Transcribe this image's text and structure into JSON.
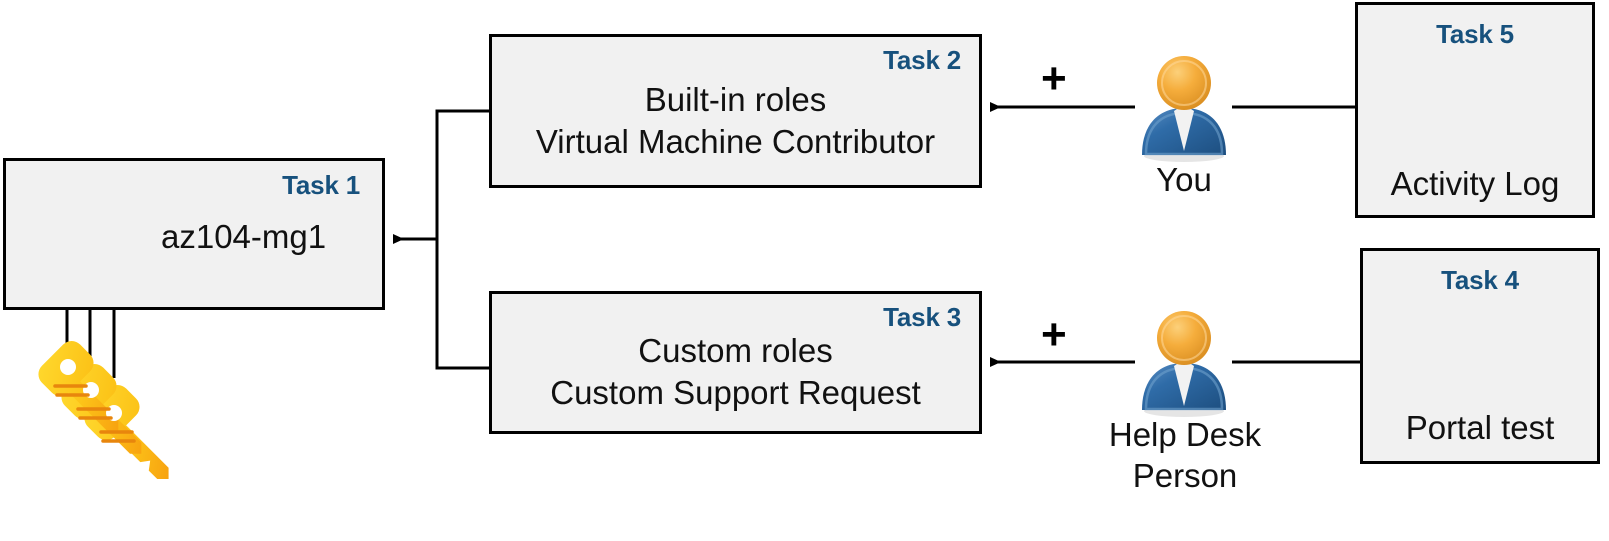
{
  "diagram": {
    "title": "Azure RBAC task diagram",
    "accent_color": "#17517d",
    "box_fill": "#f1f1f1",
    "box_border": "#000000"
  },
  "nodes": {
    "task1": {
      "task_label": "Task 1",
      "text": "az104-mg1",
      "icon": "management-group-icon"
    },
    "task2": {
      "task_label": "Task 2",
      "line1": "Built-in roles",
      "line2": "Virtual Machine Contributor"
    },
    "task3": {
      "task_label": "Task 3",
      "line1": "Custom roles",
      "line2": "Custom Support Request"
    },
    "task4": {
      "task_label": "Task 4",
      "caption": "Portal test",
      "icon": "external-link-icon"
    },
    "task5": {
      "task_label": "Task 5",
      "caption": "Activity Log",
      "icon": "gauge-icon"
    }
  },
  "actors": {
    "you": {
      "caption_line1": "You",
      "caption_line2": "",
      "icon": "person-icon"
    },
    "helpdesk": {
      "caption_line1": "Help Desk",
      "caption_line2": "Person",
      "icon": "person-icon"
    }
  },
  "operators": {
    "plus_top": "+",
    "plus_bottom": "+"
  },
  "decorations": {
    "keys": "keys-icon"
  }
}
